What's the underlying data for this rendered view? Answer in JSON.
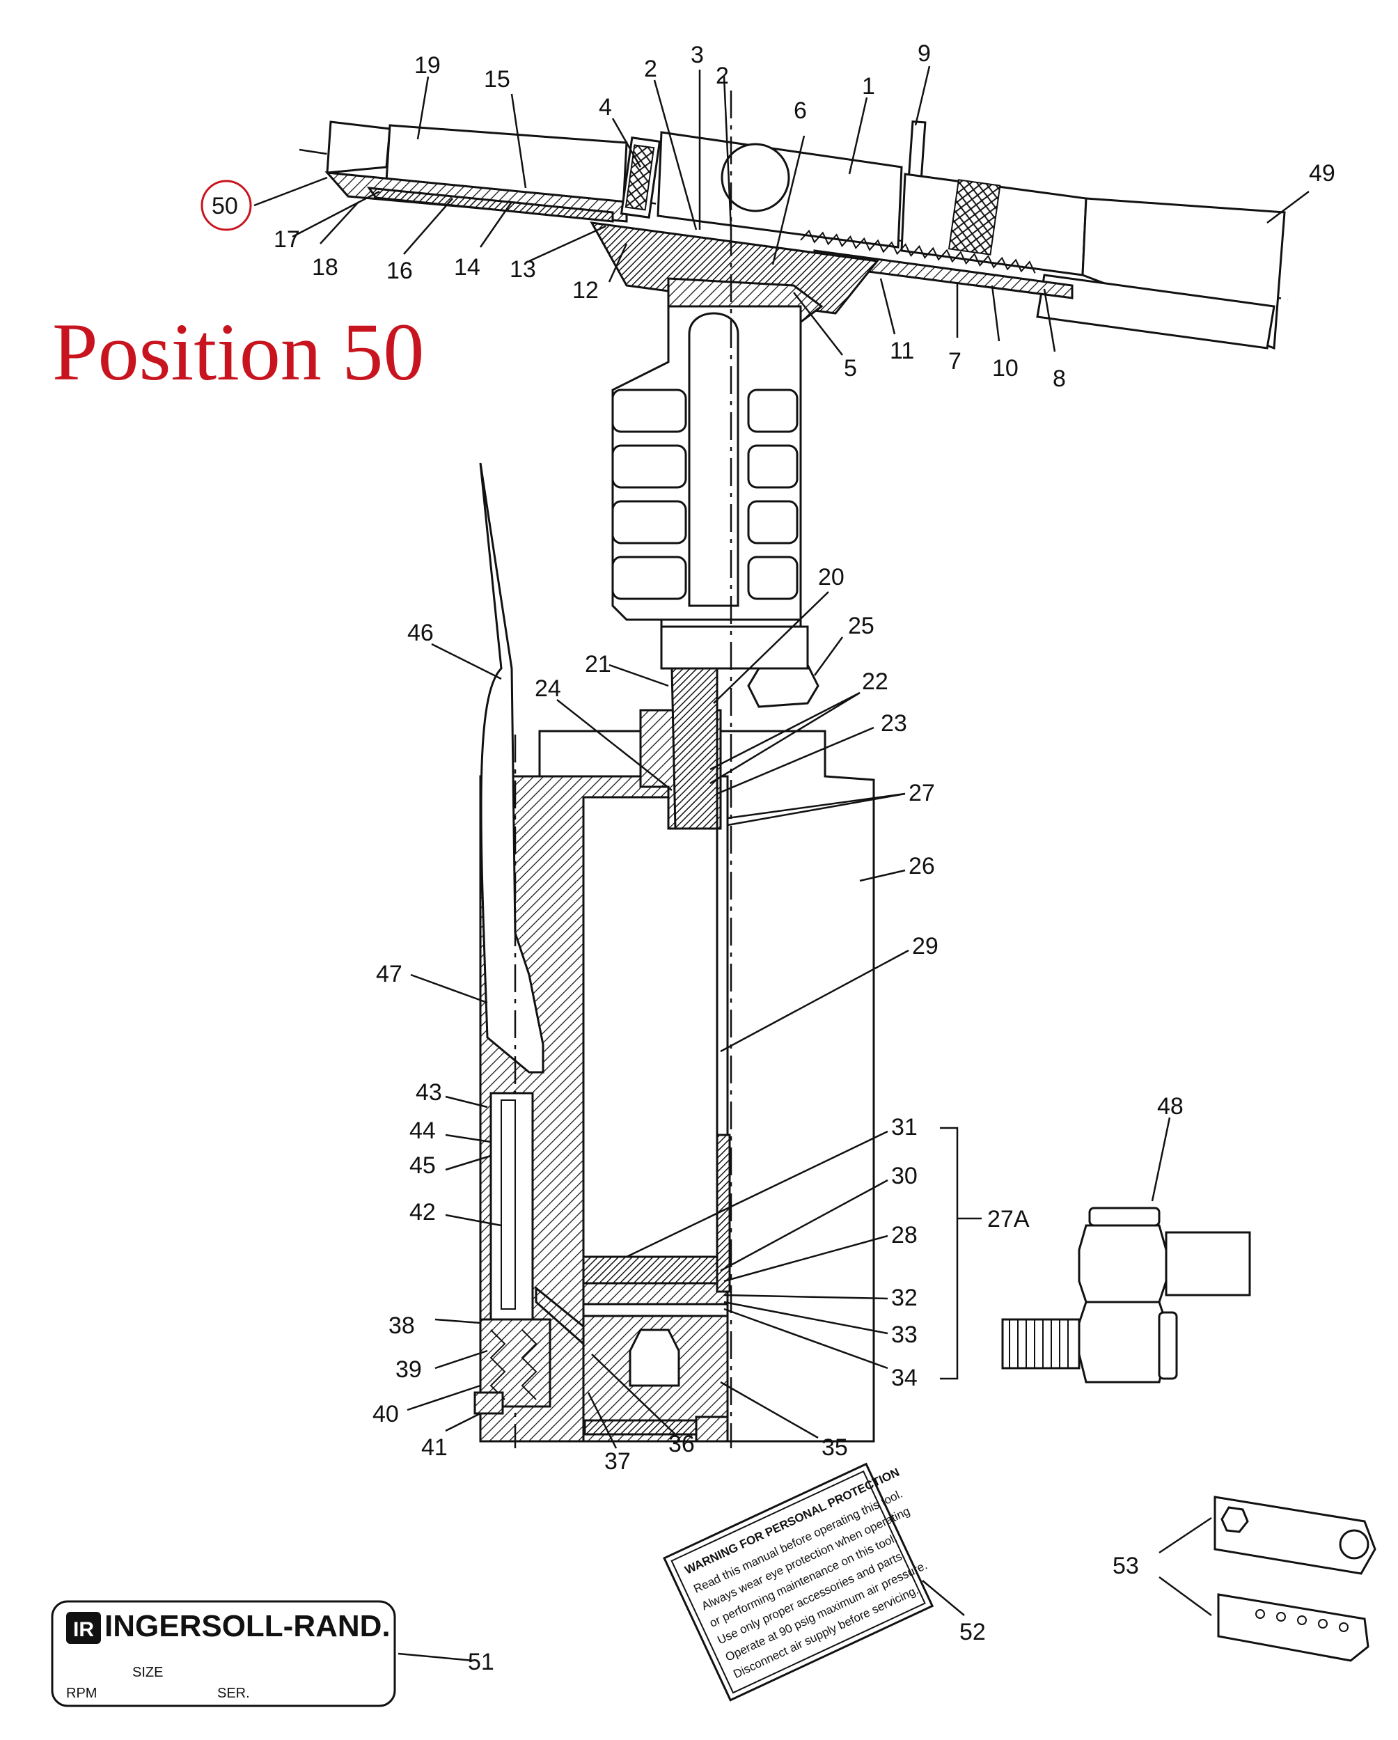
{
  "title": "Position 50",
  "highlight_color": "#c8141e",
  "highlighted_part": "50",
  "labels": {
    "l19": "19",
    "l15": "15",
    "l4": "4",
    "l2a": "2",
    "l3": "3",
    "l2b": "2",
    "l6": "6",
    "l1": "1",
    "l9": "9",
    "l49": "49",
    "l50": "50",
    "l17": "17",
    "l18": "18",
    "l16": "16",
    "l14": "14",
    "l13": "13",
    "l12": "12",
    "l5": "5",
    "l11": "11",
    "l7": "7",
    "l10": "10",
    "l8": "8",
    "l20": "20",
    "l25": "25",
    "l21": "21",
    "l22": "22",
    "l24": "24",
    "l23": "23",
    "l46": "46",
    "l27": "27",
    "l26": "26",
    "l29": "29",
    "l47": "47",
    "l43": "43",
    "l44": "44",
    "l45": "45",
    "l42": "42",
    "l31": "31",
    "l30": "30",
    "l28": "28",
    "l27a": "27A",
    "l48": "48",
    "l32": "32",
    "l33": "33",
    "l34": "34",
    "l38": "38",
    "l39": "39",
    "l40": "40",
    "l41": "41",
    "l36": "36",
    "l37": "37",
    "l35": "35",
    "l53": "53",
    "l51": "51",
    "l52": "52"
  },
  "nameplate": {
    "brand": "INGERSOLL-RAND.",
    "size": "SIZE",
    "rpm": "RPM",
    "ser": "SER."
  },
  "warning_label": {
    "heading": "WARNING FOR PERSONAL PROTECTION",
    "lines": [
      "Read this manual before operating this tool.",
      "Always wear eye protection when operating",
      "or performing maintenance on this tool.",
      "Use only proper accessories and parts.",
      "Operate at 90 psig maximum air pressure.",
      "Disconnect air supply before servicing."
    ]
  }
}
